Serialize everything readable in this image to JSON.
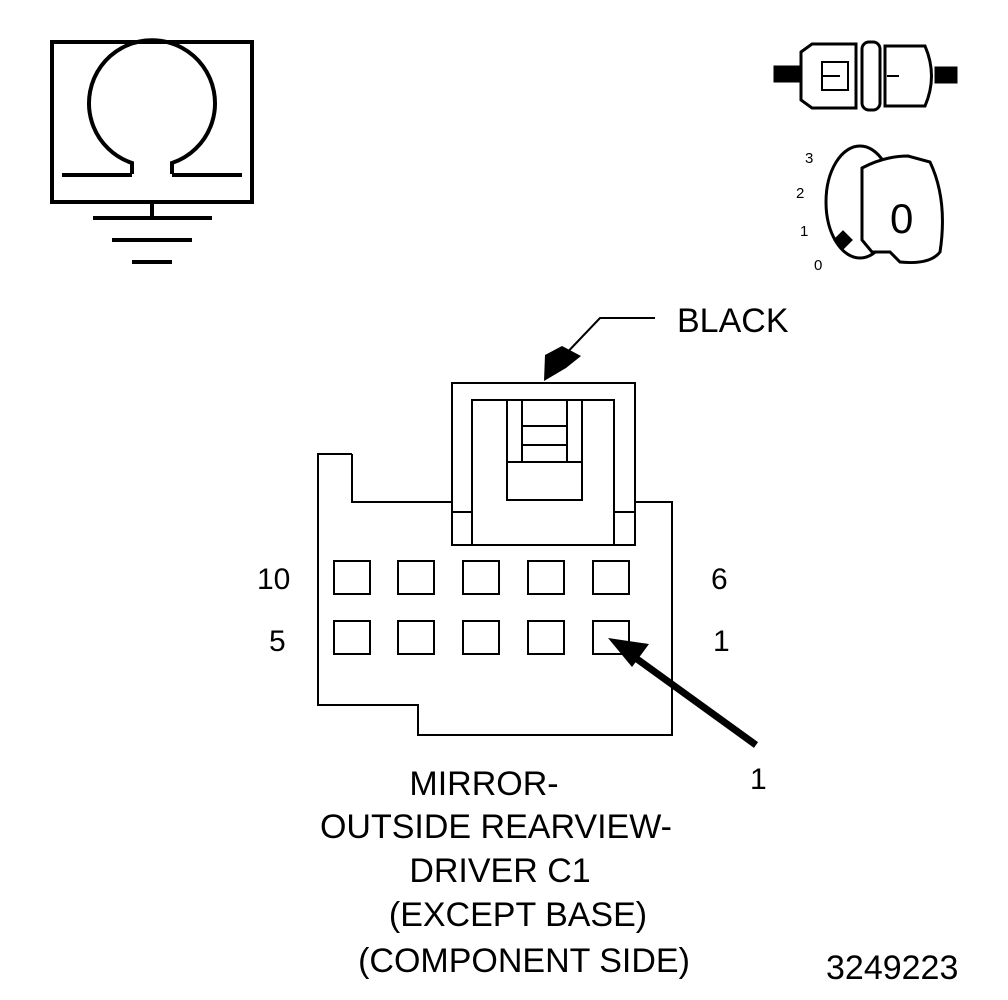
{
  "icons": {
    "ohmmeter": "ohmmeter-ground-icon",
    "connector": "connector-disconnect-icon",
    "ignition": "ignition-key-icon"
  },
  "ignition": {
    "positions": [
      "3",
      "2",
      "1",
      "0"
    ],
    "key_label": "0"
  },
  "connector": {
    "color_label": "BLACK",
    "pin_labels": {
      "top_left": "10",
      "top_right": "6",
      "bottom_left": "5",
      "bottom_right": "1"
    },
    "callout": "1"
  },
  "caption": {
    "lines": [
      "MIRROR-",
      "OUTSIDE REARVIEW-",
      "DRIVER C1",
      "(EXCEPT BASE)",
      "(COMPONENT SIDE)"
    ]
  },
  "figure_number": "3249223"
}
